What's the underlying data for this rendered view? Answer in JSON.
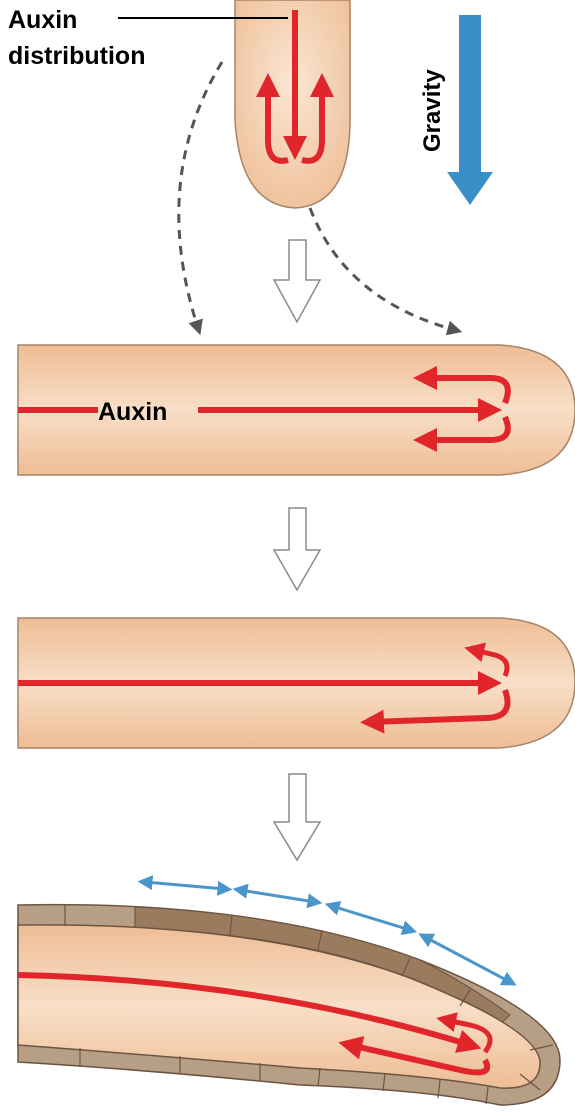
{
  "labels": {
    "auxin_distribution_line1": "Auxin",
    "auxin_distribution_line2": "distribution",
    "gravity": "Gravity",
    "auxin": "Auxin"
  },
  "colors": {
    "tissue": "#f2c9a5",
    "tissue_highlight": "#f8e0c9",
    "tissue_outline": "#a88466",
    "auxin_arrow": "#e0262b",
    "gravity_arrow": "#3a8fc6",
    "growth_arrow": "#4a95c9",
    "cell_wall_light": "#b79f86",
    "cell_wall_dark": "#9b7b5e",
    "step_arrow_outline": "#8a8a8a",
    "dashed": "#555555"
  },
  "panels": [
    {
      "name": "vertical-root"
    },
    {
      "name": "horizontal-root-1"
    },
    {
      "name": "horizontal-root-2"
    },
    {
      "name": "bending-root"
    }
  ]
}
